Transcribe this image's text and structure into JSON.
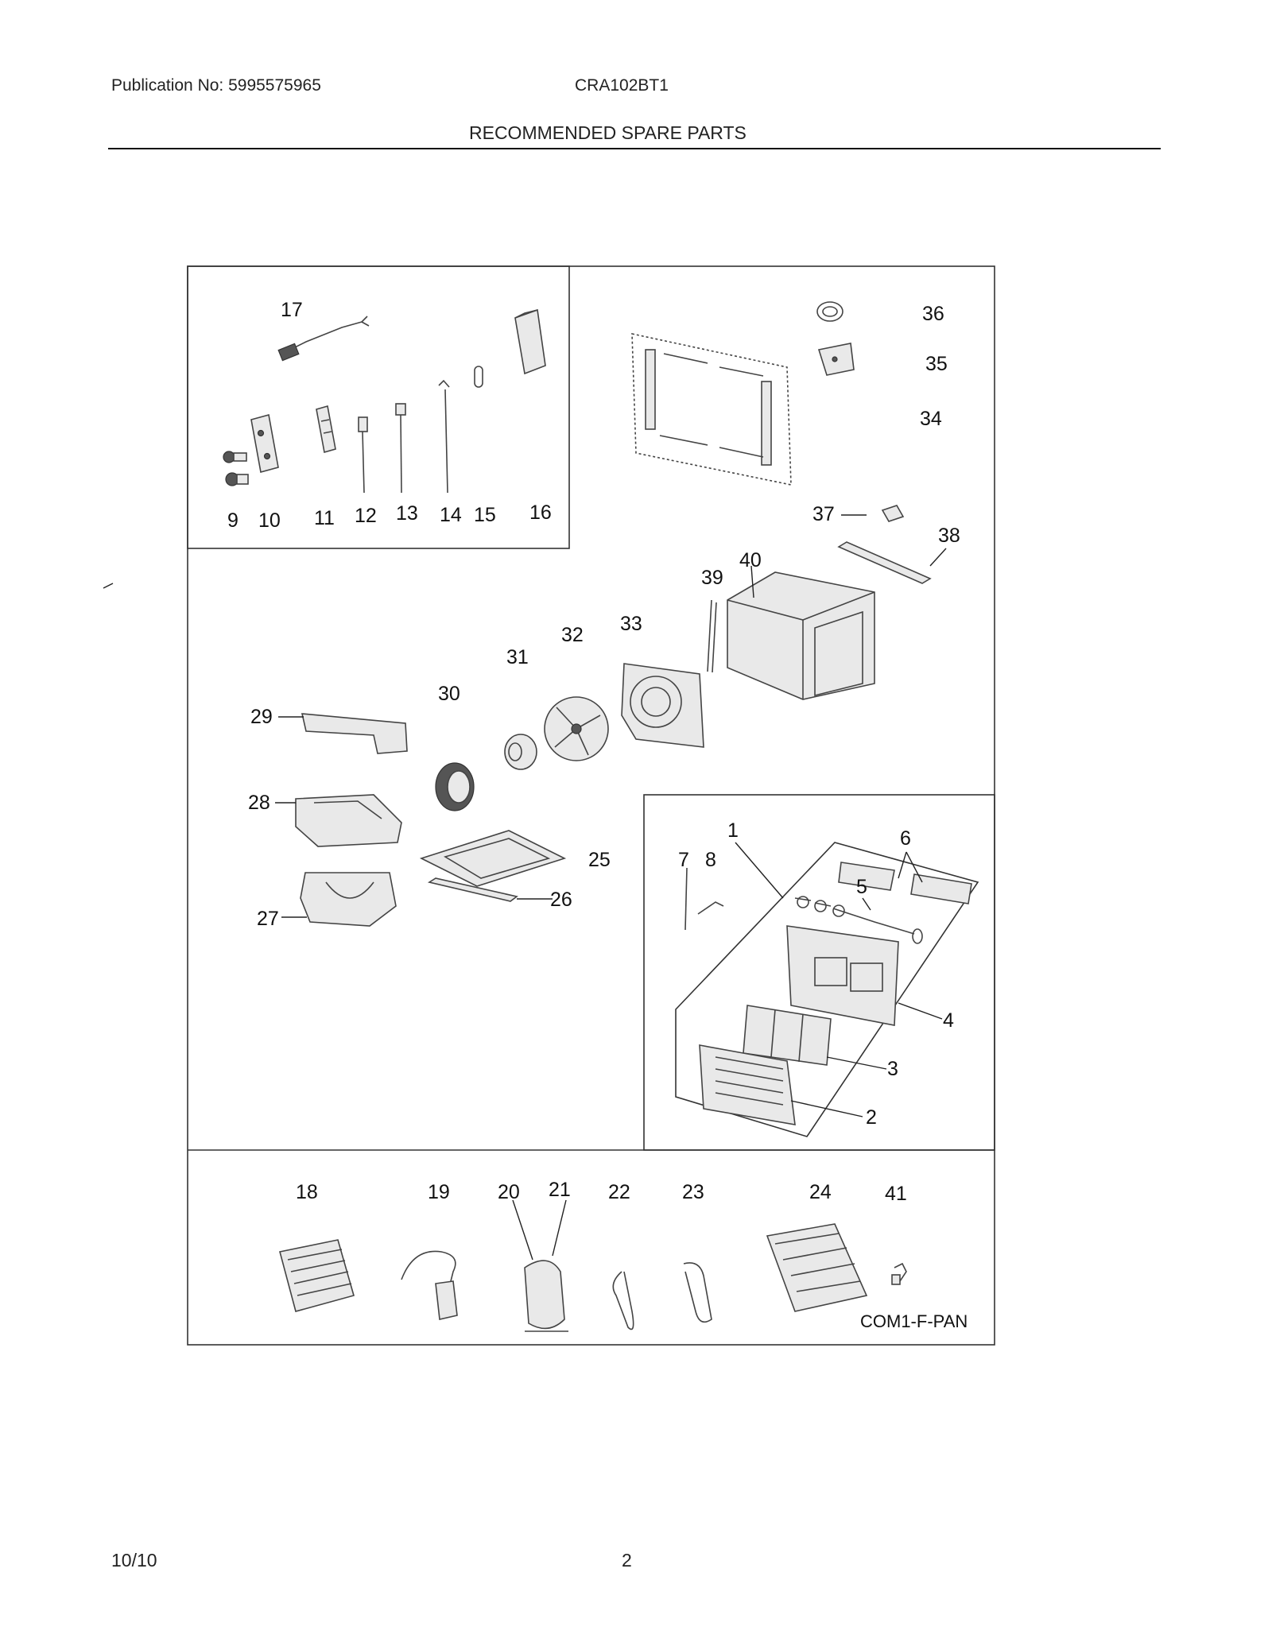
{
  "header": {
    "publication": "Publication No: 5995575965",
    "model": "CRA102BT1",
    "title": "RECOMMENDED SPARE PARTS"
  },
  "footer": {
    "date": "10/10",
    "page": "2"
  },
  "diagram": {
    "code": "COM1-F-PAN",
    "callouts": [
      "1",
      "2",
      "3",
      "4",
      "5",
      "6",
      "7",
      "8",
      "9",
      "10",
      "11",
      "12",
      "13",
      "14",
      "15",
      "16",
      "17",
      "18",
      "19",
      "20",
      "21",
      "22",
      "23",
      "24",
      "25",
      "26",
      "27",
      "28",
      "29",
      "30",
      "31",
      "32",
      "33",
      "34",
      "35",
      "36",
      "37",
      "38",
      "39",
      "40",
      "41"
    ]
  }
}
